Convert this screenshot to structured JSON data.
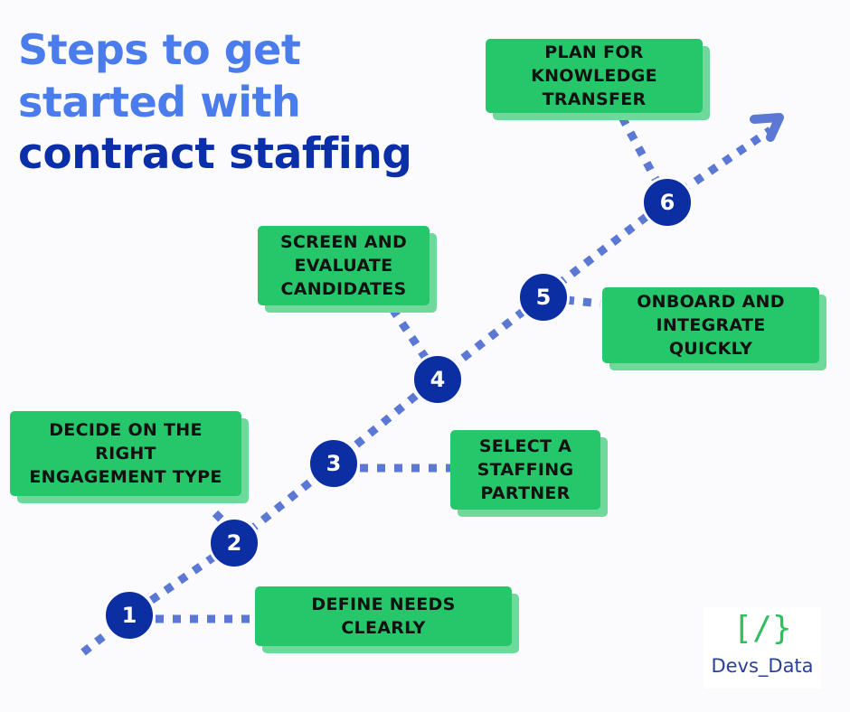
{
  "title": {
    "line1": "Steps to get",
    "line2": "started with",
    "line3": "contract staffing"
  },
  "steps": [
    {
      "number": "1",
      "label": "DEFINE NEEDS\nCLEARLY"
    },
    {
      "number": "2",
      "label": "DECIDE ON THE\nRIGHT\nENGAGEMENT TYPE"
    },
    {
      "number": "3",
      "label": "SELECT A\nSTAFFING\nPARTNER"
    },
    {
      "number": "4",
      "label": "SCREEN AND\nEVALUATE\nCANDIDATES"
    },
    {
      "number": "5",
      "label": "ONBOARD AND\nINTEGRATE\nQUICKLY"
    },
    {
      "number": "6",
      "label": "PLAN FOR\nKNOWLEDGE\nTRANSFER"
    }
  ],
  "logo": {
    "glyph": "[/}",
    "name": "Devs_Data"
  },
  "colors": {
    "title_light": "#4a7cec",
    "title_dark": "#0a2fa8",
    "box_green": "#25c76a",
    "box_shadow": "#6fd89b",
    "node_blue": "#0b2ea3",
    "dots": "#5b78d4"
  }
}
